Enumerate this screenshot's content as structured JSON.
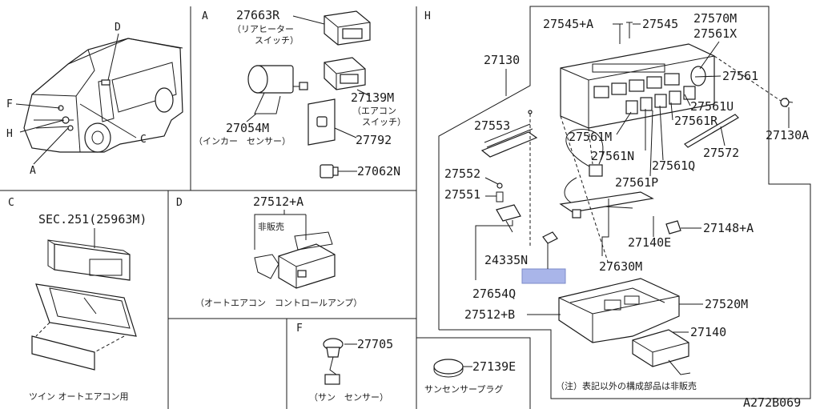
{
  "sections": {
    "a": "A",
    "c": "C",
    "d": "D",
    "f": "F",
    "h": "H"
  },
  "overview": {
    "loc_d": "D",
    "loc_f": "F",
    "loc_h": "H",
    "loc_c": "C",
    "loc_a": "A"
  },
  "section_a": {
    "p27663r": "27663R",
    "p27663r_note1": "（リアヒーター",
    "p27663r_note2": "スイッチ）",
    "p27139m": "27139M",
    "p27139m_note1": "（エアコン",
    "p27139m_note2": "スイッチ）",
    "p27054m": "27054M",
    "p27054m_note": "（インカー　センサー）",
    "p27792": "27792",
    "p27062n": "27062N"
  },
  "section_c": {
    "ref": "SEC.251(25963M)",
    "caption": "ツイン オートエアコン用"
  },
  "section_d": {
    "p27512a": "27512+A",
    "not_sold": "非販売",
    "caption": "（オートエアコン　コントロールアンプ）"
  },
  "section_f": {
    "p27705": "27705",
    "caption": "（サン　センサー）"
  },
  "sun_plug": {
    "p27139e": "27139E",
    "caption": "サンセンサープラグ"
  },
  "section_h": {
    "p27545a": "27545+A",
    "p27545": "27545",
    "p27570m": "27570M",
    "p27561x": "27561X",
    "p27130": "27130",
    "p27561": "27561",
    "p27561u": "27561U",
    "p27553": "27553",
    "p27561m": "27561M",
    "p27561r": "27561R",
    "p27130a": "27130A",
    "p27561n": "27561N",
    "p27572": "27572",
    "p27561q": "27561Q",
    "p27552": "27552",
    "p27551": "27551",
    "p27561p": "27561P",
    "p27148a": "27148+A",
    "p27140e": "27140E",
    "p24335n": "24335N",
    "p27630m": "27630M",
    "p27654q": "27654Q",
    "p27520m": "27520M",
    "p27512b": "27512+B",
    "p27140": "27140",
    "note": "（注）表記以外の構成部品は非販売"
  },
  "drawing_id": "A272B069",
  "highlight_color": "#a9b5e9"
}
